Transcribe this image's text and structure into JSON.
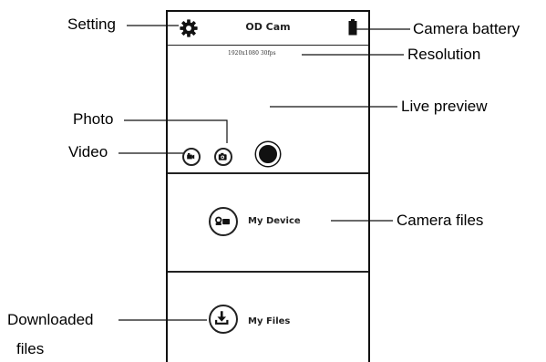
{
  "app": {
    "title": "OD Cam",
    "resolution": "1920x1080 30fps",
    "my_device_label": "My Device",
    "my_files_label": "My Files"
  },
  "callouts": {
    "setting": "Setting",
    "camera_battery": "Camera battery",
    "resolution": "Resolution",
    "live_preview": "Live preview",
    "photo": "Photo",
    "video": "Video",
    "camera_files": "Camera files",
    "downloaded_files_line1": "Downloaded",
    "downloaded_files_line2": "files"
  },
  "icons": {
    "setting": "gear-icon",
    "battery": "battery-icon",
    "video": "video-camera-icon",
    "photo": "photo-camera-icon",
    "shutter": "shutter-button",
    "device": "camera-device-icon",
    "download": "download-icon"
  }
}
